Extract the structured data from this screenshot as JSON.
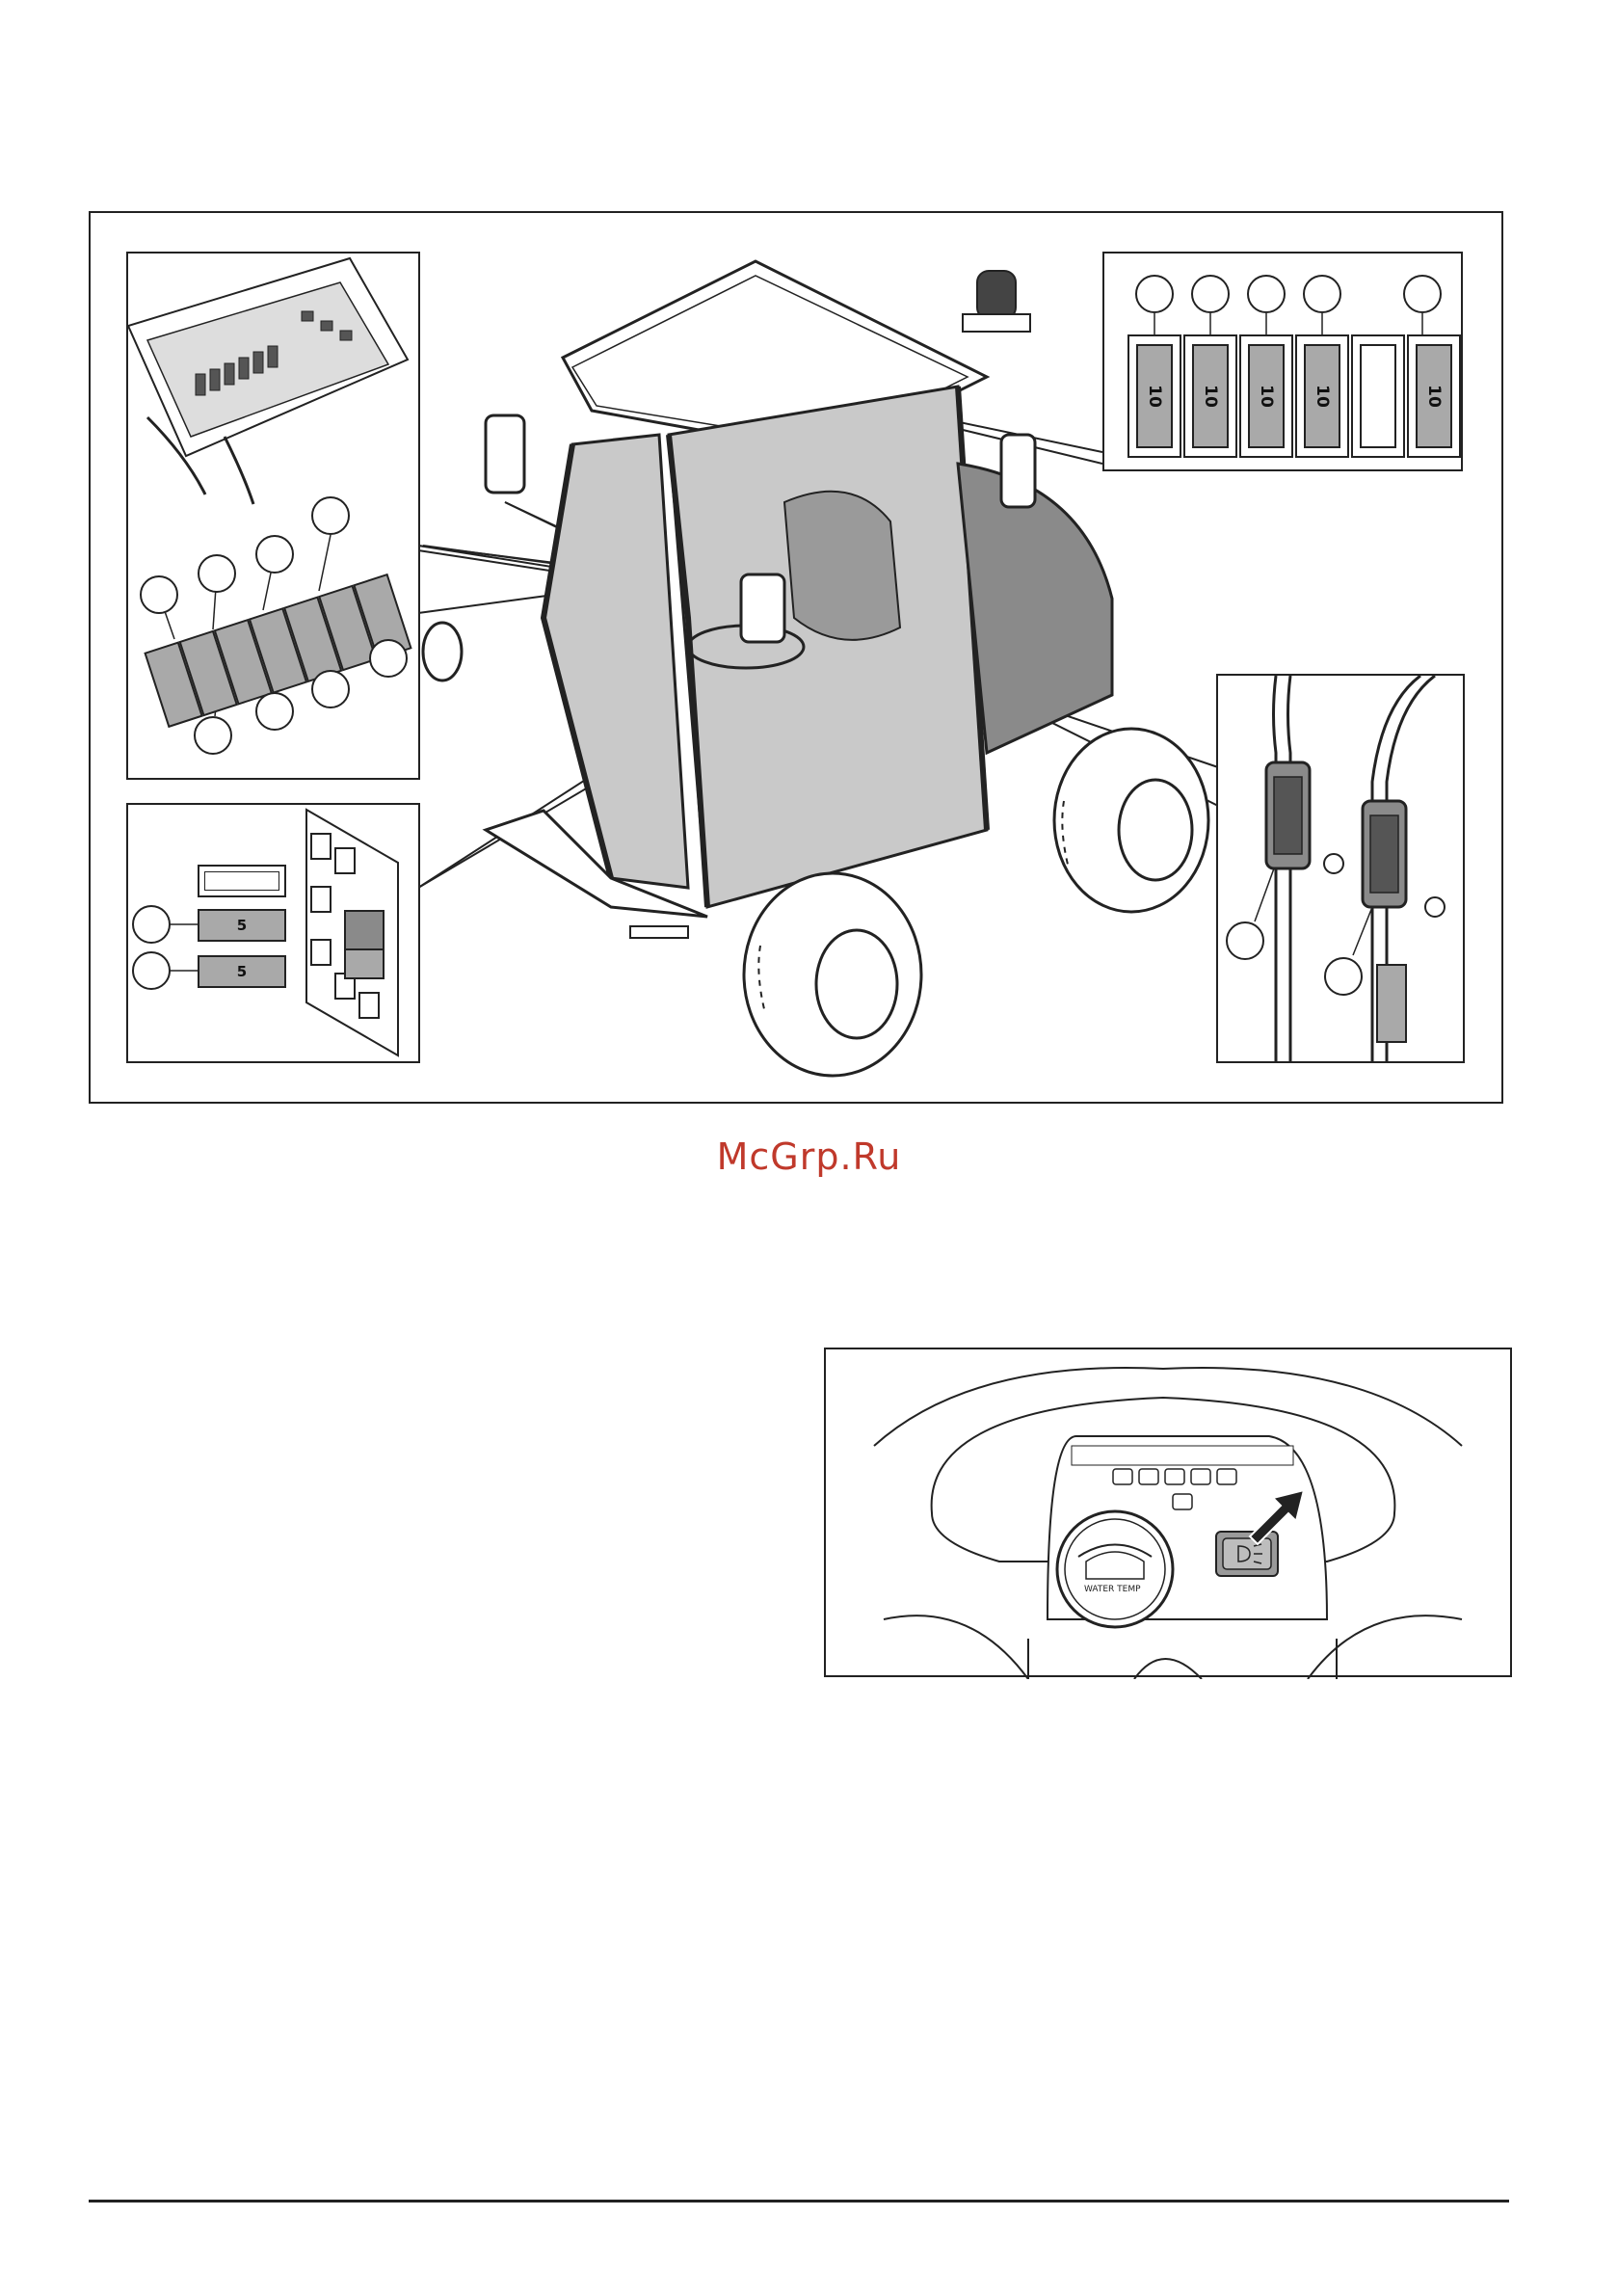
{
  "figure1": {
    "top_right_fuses": [
      "10",
      "10",
      "10",
      "10",
      "",
      "10"
    ],
    "relay_fuses": [
      "5",
      "5"
    ]
  },
  "watermark": "McGrp.Ru",
  "figure2": {
    "gauge_label": "WATER   TEMP"
  },
  "icons": {
    "beacon": "beacon-light-icon",
    "arrow": "pointer-arrow-icon",
    "light_switch": "work-light-switch-icon"
  }
}
